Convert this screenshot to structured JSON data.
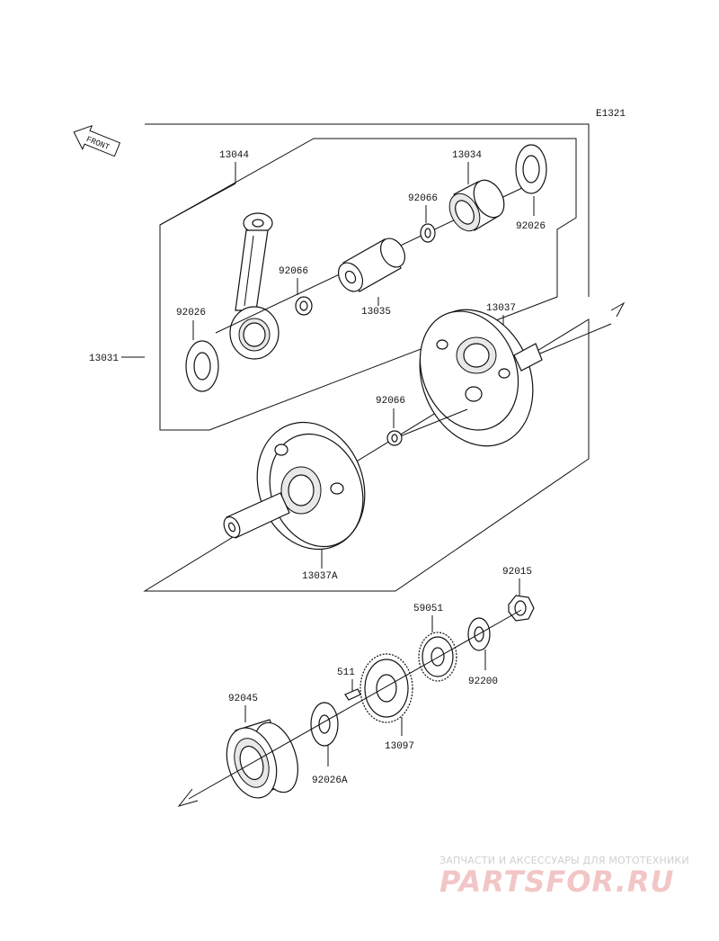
{
  "diagram": {
    "ref_code": "E1321",
    "front_label": "FRONT",
    "parts": {
      "p13031": "13031",
      "p13044": "13044",
      "p13034": "13034",
      "p92066a": "92066",
      "p92026a": "92026",
      "p92066b": "92066",
      "p13035": "13035",
      "p92026b": "92026",
      "p13037": "13037",
      "p92066c": "92066",
      "p13037A": "13037A",
      "p92015": "92015",
      "p59051": "59051",
      "p511": "511",
      "p92200": "92200",
      "p92045": "92045",
      "p13097": "13097",
      "p92026A": "92026A"
    }
  },
  "watermark": {
    "subtitle": "ЗАПЧАСТИ И АКСЕССУАРЫ ДЛЯ МОТОТЕХНИКИ",
    "brand": "PARTSFOR.RU"
  }
}
